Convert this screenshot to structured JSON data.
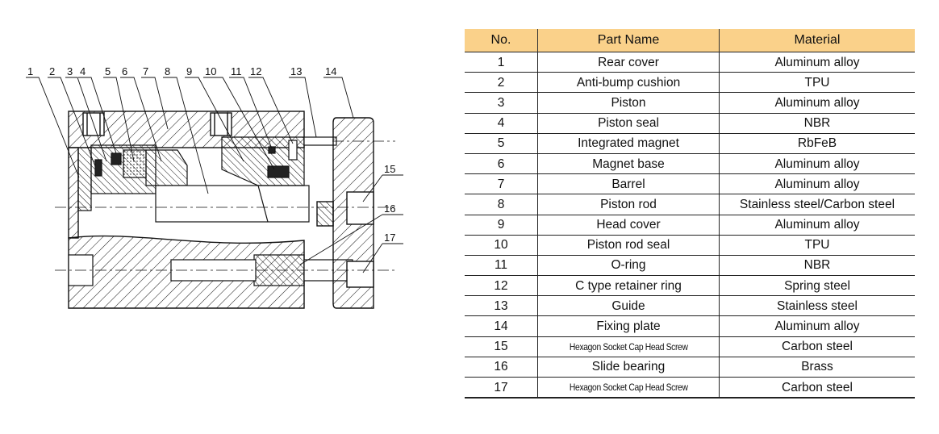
{
  "drawing": {
    "callouts": [
      "1",
      "2",
      "3",
      "4",
      "5",
      "6",
      "7",
      "8",
      "9",
      "10",
      "11",
      "12",
      "13",
      "14",
      "15",
      "16",
      "17"
    ]
  },
  "table": {
    "headers": {
      "no": "No.",
      "name": "Part Name",
      "material": "Material"
    },
    "header_color": "#fad18a",
    "rows": [
      {
        "no": "1",
        "name": "Rear cover",
        "material": "Aluminum alloy"
      },
      {
        "no": "2",
        "name": "Anti-bump cushion",
        "material": "TPU"
      },
      {
        "no": "3",
        "name": "Piston",
        "material": "Aluminum alloy"
      },
      {
        "no": "4",
        "name": "Piston seal",
        "material": "NBR"
      },
      {
        "no": "5",
        "name": "Integrated magnet",
        "material": "RbFeB"
      },
      {
        "no": "6",
        "name": "Magnet base",
        "material": "Aluminum alloy"
      },
      {
        "no": "7",
        "name": "Barrel",
        "material": "Aluminum alloy"
      },
      {
        "no": "8",
        "name": "Piston rod",
        "material": "Stainless steel/Carbon steel"
      },
      {
        "no": "9",
        "name": "Head cover",
        "material": "Aluminum alloy"
      },
      {
        "no": "10",
        "name": "Piston rod seal",
        "material": "TPU"
      },
      {
        "no": "11",
        "name": "O-ring",
        "material": "NBR"
      },
      {
        "no": "12",
        "name": "C type retainer  ring",
        "material": "Spring steel"
      },
      {
        "no": "13",
        "name": "Guide",
        "material": "Stainless steel"
      },
      {
        "no": "14",
        "name": "Fixing plate",
        "material": "Aluminum alloy"
      },
      {
        "no": "15",
        "name": "Hexagon Socket Cap Head Screw",
        "material": "Carbon steel"
      },
      {
        "no": "16",
        "name": "Slide bearing",
        "material": "Brass"
      },
      {
        "no": "17",
        "name": "Hexagon Socket Cap Head Screw",
        "material": "Carbon steel"
      }
    ]
  }
}
